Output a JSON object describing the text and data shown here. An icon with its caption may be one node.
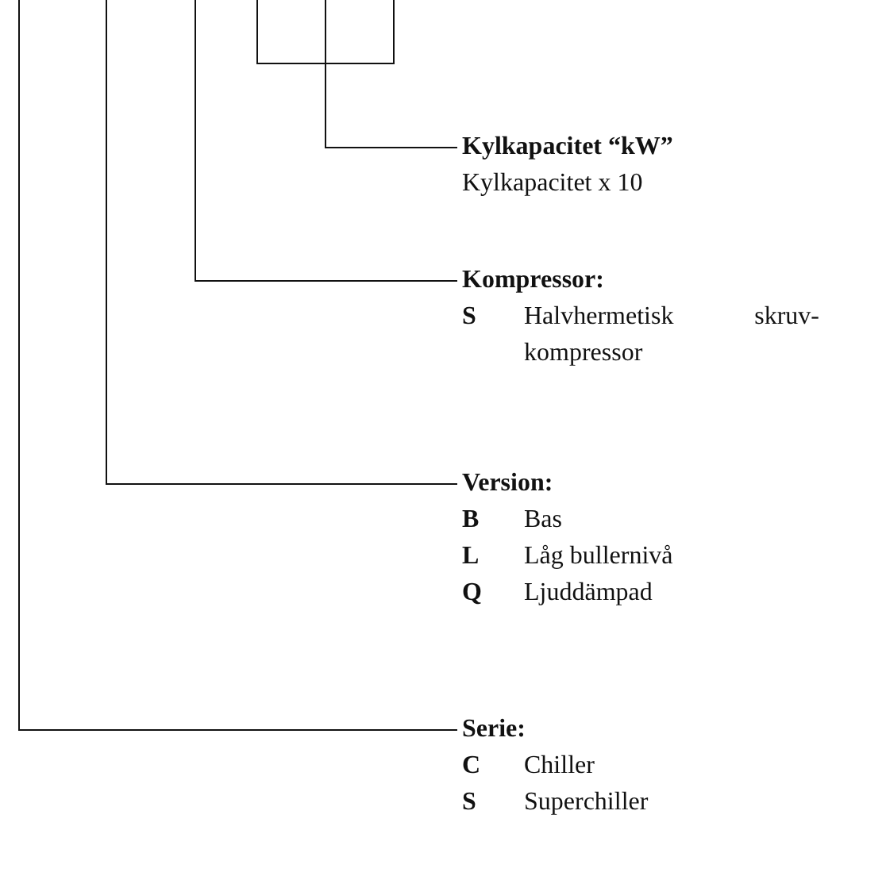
{
  "diagram": {
    "nodes": [
      {
        "text": [
          "Kylkapacitet “kW”",
          "Kylkapacitet x 10"
        ]
      },
      {
        "text": [
          "Kompressor:",
          "S",
          "Halvhermetisk skruv-kompressor"
        ]
      },
      {
        "text": [
          "Version:",
          "B",
          "Bas",
          "L",
          "Låg bullernivå",
          "Q",
          "Ljuddämpad"
        ]
      },
      {
        "text": [
          "Serie:",
          "C",
          "Chiller",
          "S",
          "Superchiller"
        ]
      }
    ],
    "edges": [
      {
        "from": null,
        "to": 0,
        "arrow": "none"
      },
      {
        "from": null,
        "to": 0,
        "arrow": "none"
      },
      {
        "from": null,
        "to": 0,
        "arrow": "none"
      },
      {
        "from": null,
        "to": 1,
        "arrow": "none"
      },
      {
        "from": null,
        "to": 2,
        "arrow": "none"
      },
      {
        "from": null,
        "to": 3,
        "arrow": "none"
      }
    ]
  }
}
